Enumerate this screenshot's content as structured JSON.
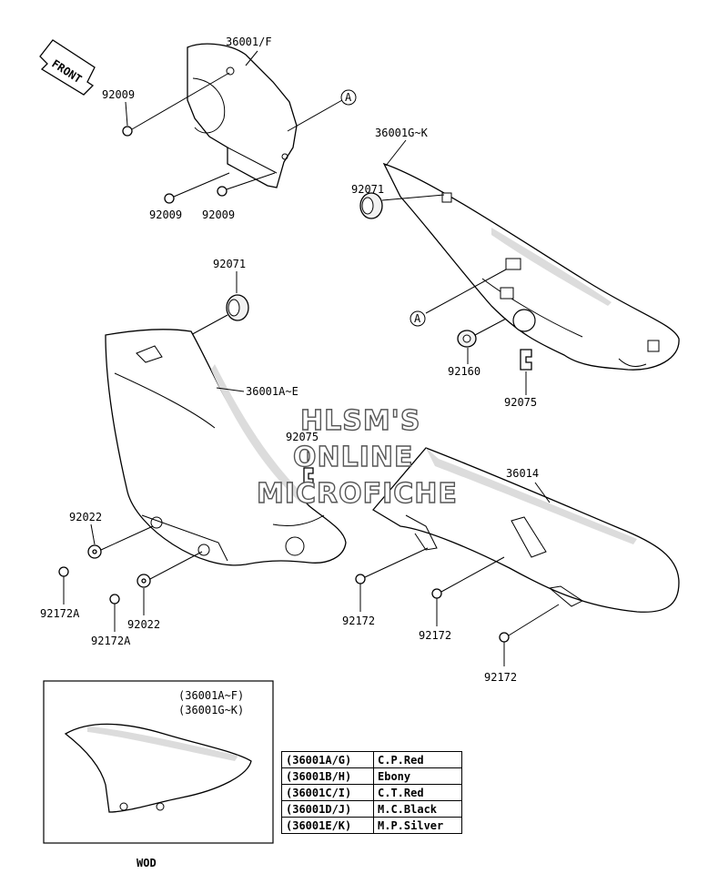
{
  "front_arrow": {
    "text": "FRONT"
  },
  "labels": {
    "p36001F": "36001/F",
    "p92009_a": "92009",
    "p92009_b": "92009",
    "p92009_c": "92009",
    "p36001GK": "36001G~K",
    "p92071_a": "92071",
    "p92071_b": "92071",
    "p36001AE": "36001A~E",
    "p92160": "92160",
    "p92075_a": "92075",
    "p92075_b": "92075",
    "p36014": "36014",
    "p92022_a": "92022",
    "p92022_b": "92022",
    "p92172A_a": "92172A",
    "p92172A_b": "92172A",
    "p92172_a": "92172",
    "p92172_b": "92172",
    "p92172_c": "92172",
    "ref_a_top": "A",
    "ref_a_side": "A"
  },
  "watermark": {
    "line1": "HLSM'S",
    "line2": "ONLINE",
    "line3": "MICROFICHE"
  },
  "inset": {
    "line1": "(36001A~F)",
    "line2": "(36001G~K)",
    "caption": "WOD"
  },
  "color_table": [
    {
      "code": "(36001A/G)",
      "color": "C.P.Red"
    },
    {
      "code": "(36001B/H)",
      "color": "Ebony"
    },
    {
      "code": "(36001C/I)",
      "color": "C.T.Red"
    },
    {
      "code": "(36001D/J)",
      "color": "M.C.Black"
    },
    {
      "code": "(36001E/K)",
      "color": "M.P.Silver"
    }
  ]
}
